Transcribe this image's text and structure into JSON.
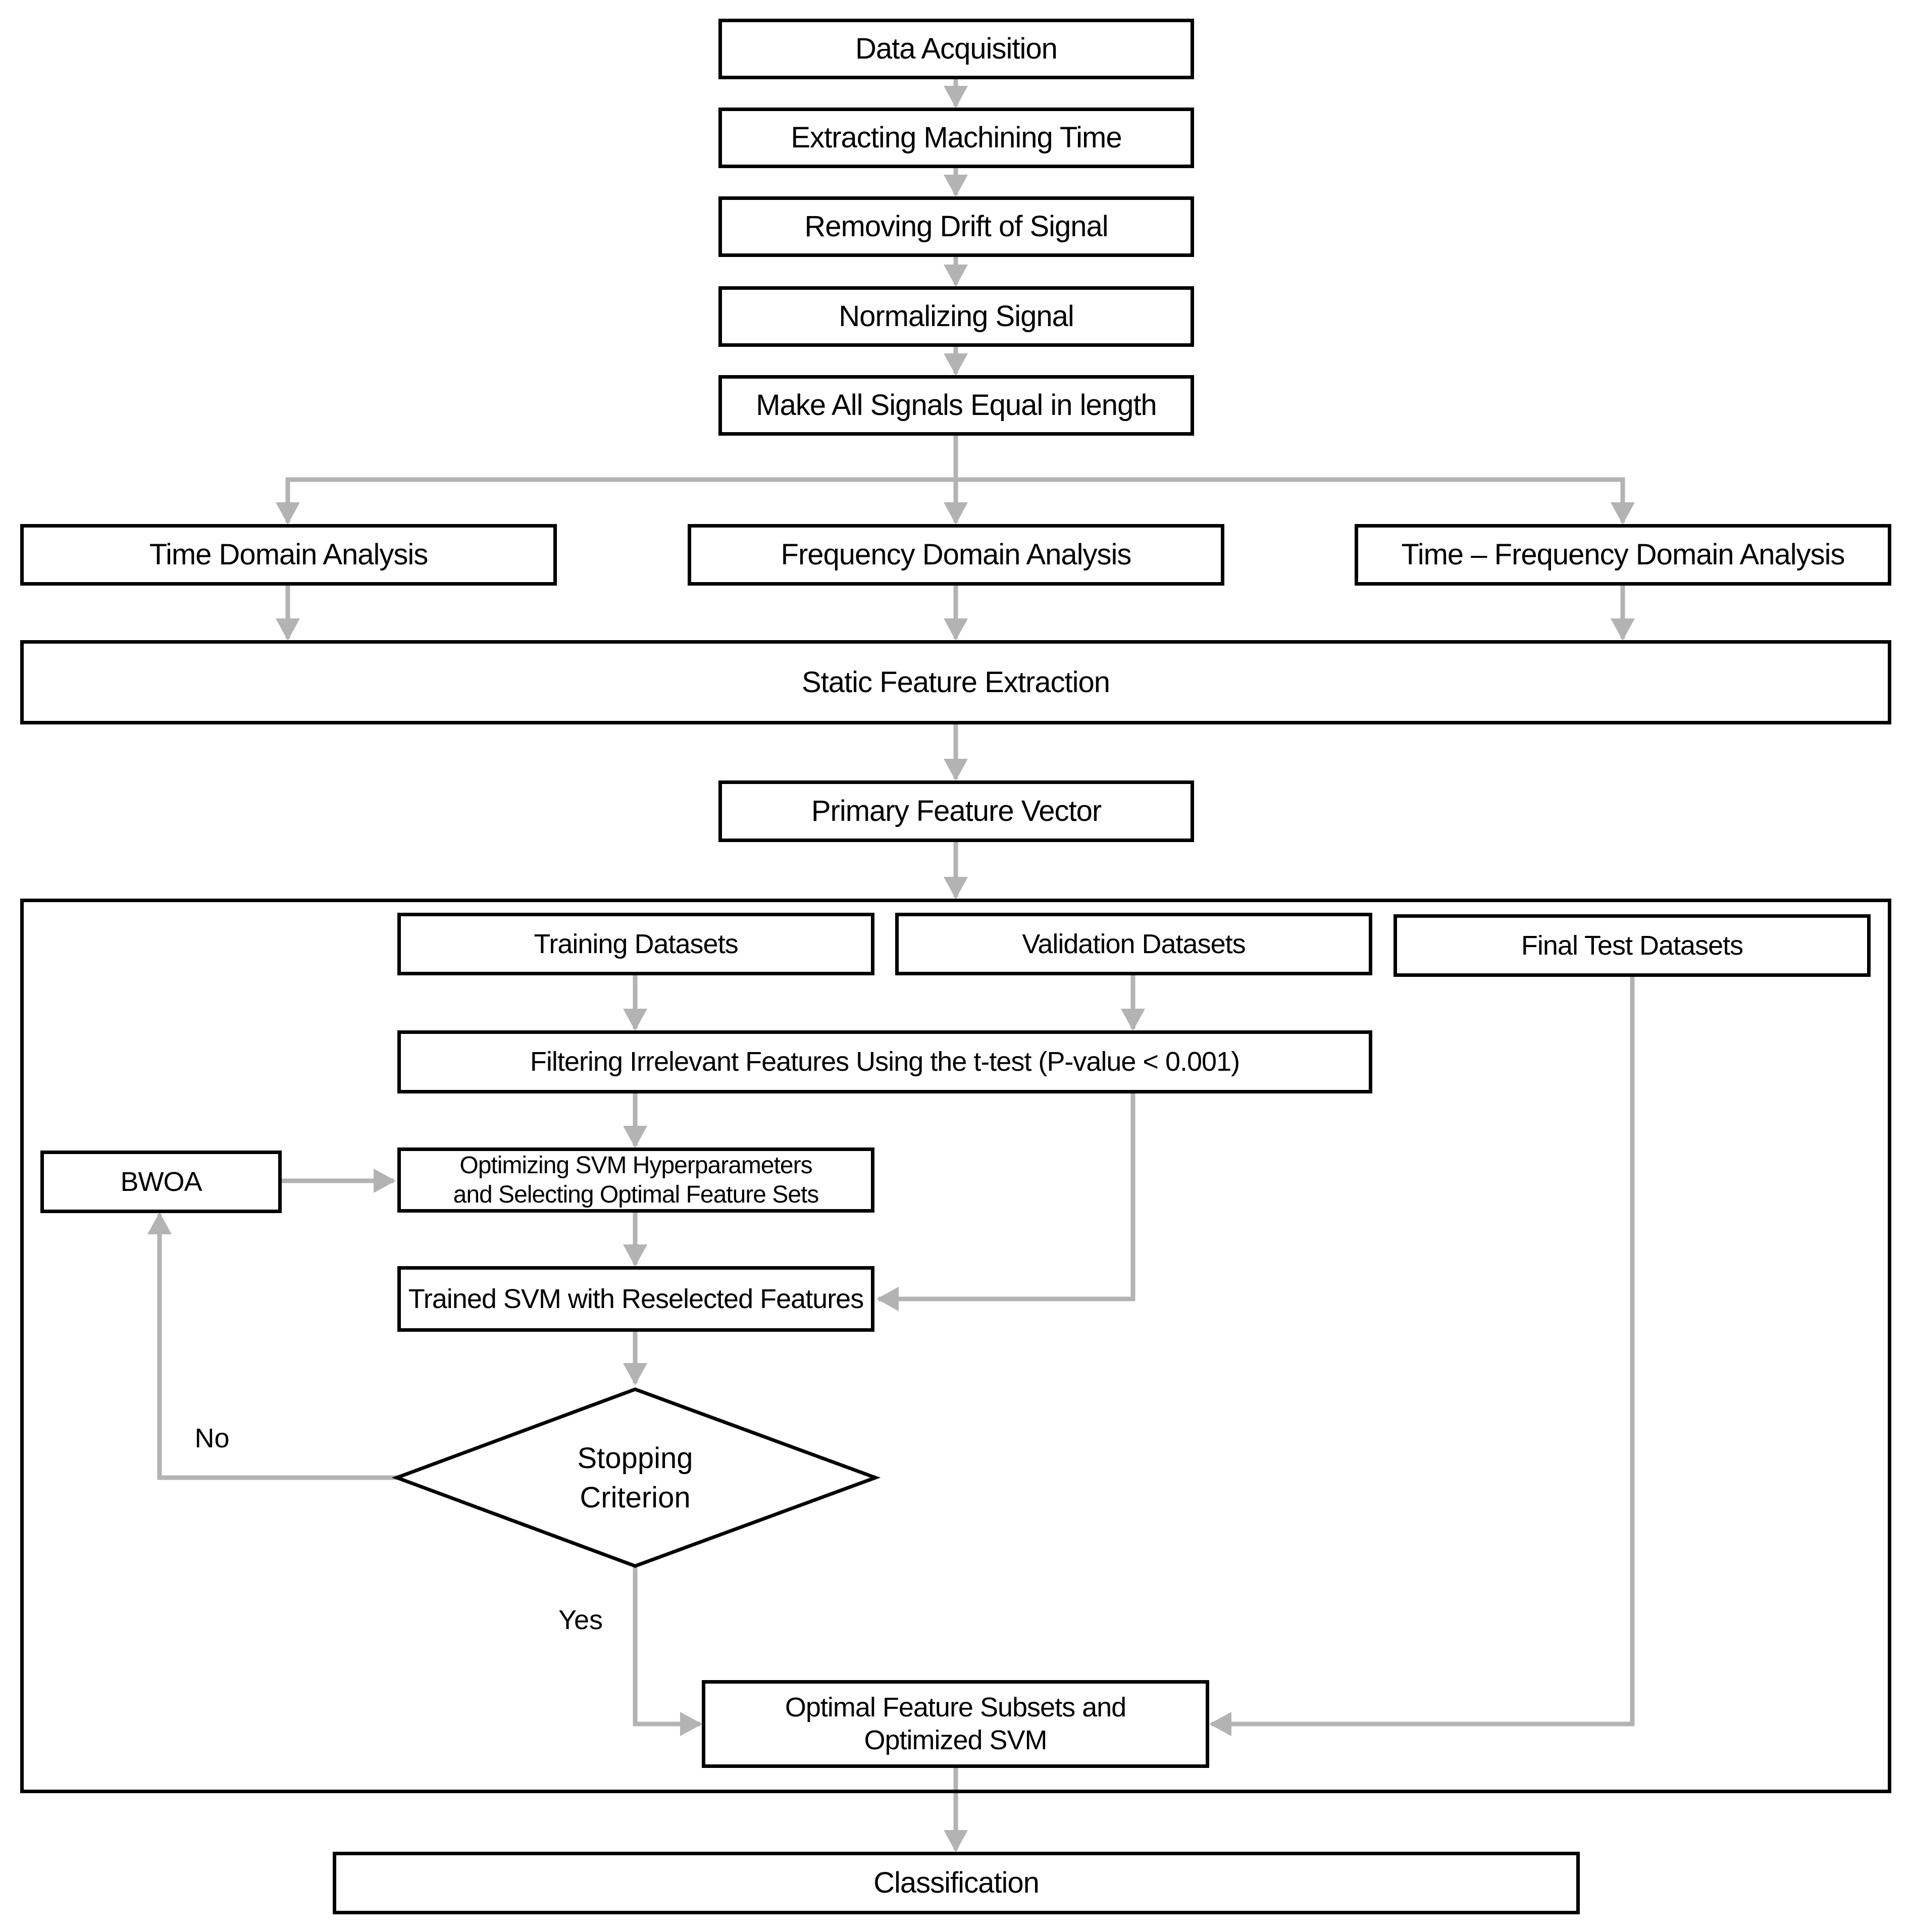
{
  "nodes": {
    "data_acquisition": "Data Acquisition",
    "extracting_machining_time": "Extracting Machining Time",
    "removing_drift": "Removing Drift of Signal",
    "normalizing_signal": "Normalizing Signal",
    "equal_length": "Make All Signals Equal in length",
    "time_domain": "Time Domain Analysis",
    "frequency_domain": "Frequency Domain Analysis",
    "time_frequency_domain": "Time – Frequency Domain Analysis",
    "static_feature_extraction": "Static Feature Extraction",
    "primary_feature_vector": "Primary Feature Vector",
    "training_datasets": "Training Datasets",
    "validation_datasets": "Validation Datasets",
    "final_test_datasets": "Final Test Datasets",
    "filtering_features": "Filtering Irrelevant Features Using the t-test (P-value < 0.001)",
    "bwoa": "BWOA",
    "optimizing_svm": "Optimizing  SVM Hyperparameters and Selecting Optimal Feature Sets",
    "trained_svm": "Trained SVM with Reselected Features",
    "stopping_criterion": "Stopping Criterion",
    "optimal_feature_subsets": "Optimal Feature Subsets and Optimized SVM",
    "classification": "Classification"
  },
  "edge_labels": {
    "no": "No",
    "yes": "Yes"
  },
  "colors": {
    "arrow": "#b3b3b3",
    "border": "#000000",
    "background": "#ffffff"
  }
}
